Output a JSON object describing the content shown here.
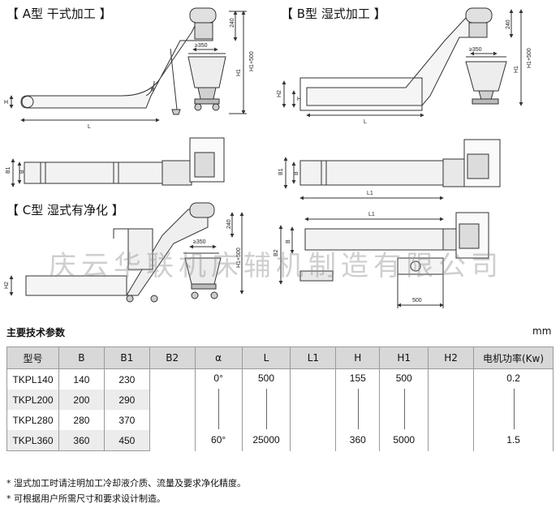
{
  "sections": {
    "a_title": "【 A型  干式加工 】",
    "b_title": "【 B型  湿式加工 】",
    "c_title": "【 C型  湿式有净化 】"
  },
  "dimension_labels": {
    "ge350": "≥350",
    "d240": "240",
    "h1_500": "H1+500",
    "h1": "H1",
    "h": "H",
    "h2": "H2",
    "l": "L",
    "l1": "L1",
    "b": "B",
    "b1": "B1",
    "b2": "B2",
    "alpha": "α",
    "d500": "500"
  },
  "watermark": "庆云华联机床辅机制造有限公司",
  "table": {
    "title": "主要技术参数",
    "unit": "mm",
    "headers": [
      "型号",
      "B",
      "B1",
      "B2",
      "α",
      "L",
      "L1",
      "H",
      "H1",
      "H2",
      "电机功率(Kw)"
    ],
    "models": [
      "TKPL140",
      "TKPL200",
      "TKPL280",
      "TKPL360"
    ],
    "b_values": [
      "140",
      "200",
      "280",
      "360"
    ],
    "b1_values": [
      "230",
      "290",
      "370",
      "450"
    ],
    "alpha_range": [
      "0°",
      "60°"
    ],
    "l_range": [
      "500",
      "25000"
    ],
    "h_range": [
      "155",
      "360"
    ],
    "h1_range": [
      "500",
      "5000"
    ],
    "power_range": [
      "0.2",
      "1.5"
    ]
  },
  "notes": [
    "* 湿式加工时请注明加工冷却液介质、流量及要求净化精度。",
    "* 可根据用户所需尺寸和要求设计制造。"
  ]
}
